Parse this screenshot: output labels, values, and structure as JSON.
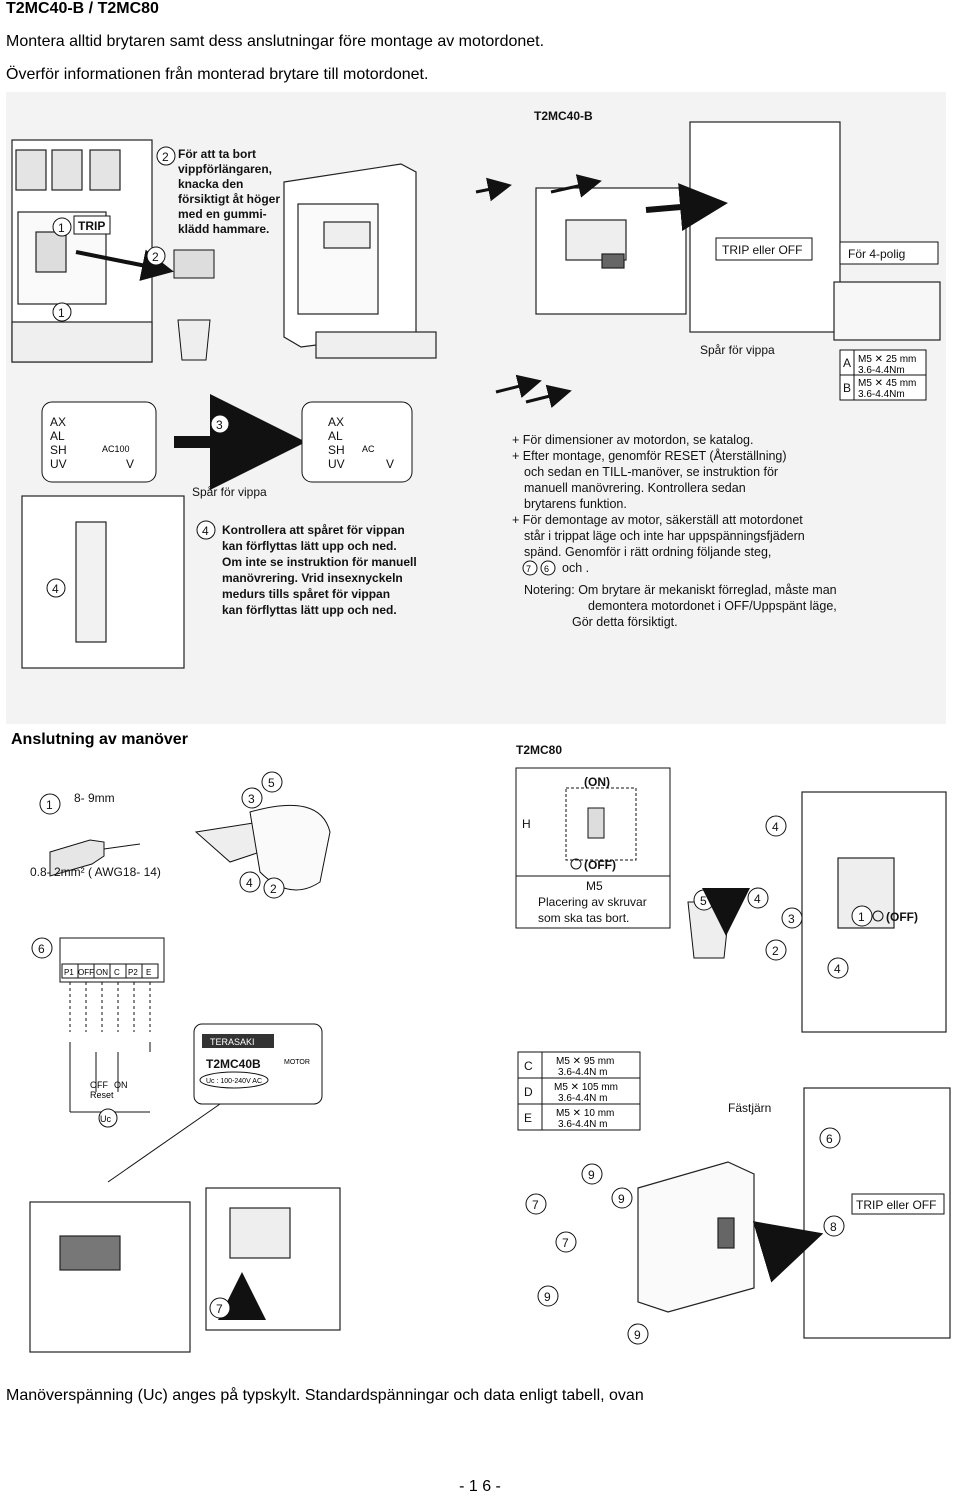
{
  "header": {
    "title": "T2MC40-B / T2MC80",
    "line1": "Montera alltid brytaren samt dess anslutningar före montage av motordonet.",
    "line2": "Överför informationen från monterad brytare till motordonet."
  },
  "fig1": {
    "model": "T2MC40-B",
    "step2_text": [
      "För att ta bort",
      "vippförlängaren,",
      "knacka den",
      "försiktigt åt höger",
      "med en gummi-",
      "klädd hammare."
    ],
    "trip_label": "TRIP",
    "trip_or_off": "TRIP eller OFF",
    "four_pole": "För 4-polig",
    "slot_label": "Spår för vippa",
    "slot_label2": "Spår för vippa",
    "screw_table": [
      {
        "id": "A",
        "size": "M5 ✕ 25 mm",
        "torque": "3.6-4.4Nm"
      },
      {
        "id": "B",
        "size": "M5 ✕ 45 mm",
        "torque": "3.6-4.4Nm"
      }
    ],
    "acc_left": [
      "AX",
      "AL",
      "SH",
      "UV"
    ],
    "acc_left_box": "AC100",
    "acc_v": "V",
    "acc_right_box": "AC",
    "step4_text": [
      "Kontrollera att spåret för vippan",
      "kan förflyttas lätt upp och ned.",
      "Om inte se instruktion för manuell",
      "manövrering. Vrid insexnyckeln",
      "medurs tills spåret för vippan",
      "kan förflyttas lätt upp och ned."
    ],
    "notes": [
      "+ För dimensioner av motordon, se katalog.",
      "+ Efter montage, genomför RESET (Återställning)",
      "och sedan en TILL-manöver, se instruktion för",
      "manuell manövrering. Kontrollera sedan",
      "brytarens funktion.",
      "+ För demontage av motor, säkerställ att motordonet",
      "står i trippat läge och inte har uppspänningsfjädern",
      "spänd. Genomför i rätt ordning följande steg,",
      "och ."
    ],
    "notering": [
      "Notering: Om brytare är mekaniskt förreglad, måste man",
      "demontera motordonet i OFF/Uppspänt läge,",
      "Gör detta försiktigt."
    ]
  },
  "section": {
    "title": "Anslutning av manöver"
  },
  "fig2": {
    "wire_len": "8- 9mm",
    "wire_spec": "0.8- 2mm² (  AWG18- 14)",
    "terminals": [
      "P1",
      "OFF",
      "ON",
      "C",
      "P2",
      "E"
    ],
    "off_reset": [
      "OFF",
      "Reset"
    ],
    "on": "ON",
    "uc": "Uc",
    "brand": "TERASAKI",
    "plate_model": "T2MC40B",
    "plate_motor": "MOTOR",
    "plate_uc": "Uc : 100-240V AC"
  },
  "fig3": {
    "model": "T2MC80",
    "on": "(ON)",
    "off": "(OFF)",
    "h": "H",
    "m5": "M5",
    "placement": [
      "Placering av skruvar",
      "som ska tas bort."
    ],
    "off_label": "(OFF)",
    "screw_table": [
      {
        "id": "C",
        "size": "M5 ✕ 95 mm",
        "torque": "3.6-4.4N m"
      },
      {
        "id": "D",
        "size": "M5 ✕ 105 mm",
        "torque": "3.6-4.4N m"
      },
      {
        "id": "E",
        "size": "M5 ✕ 10 mm",
        "torque": "3.6-4.4N m"
      }
    ],
    "fastjarn": "Fästjärn",
    "trip_or_off": "TRIP eller OFF"
  },
  "footer": {
    "text": "Manöverspänning (Uc) anges på typskylt. Standardspänningar och data enligt tabell, ovan",
    "page": "- 1 6 -"
  }
}
